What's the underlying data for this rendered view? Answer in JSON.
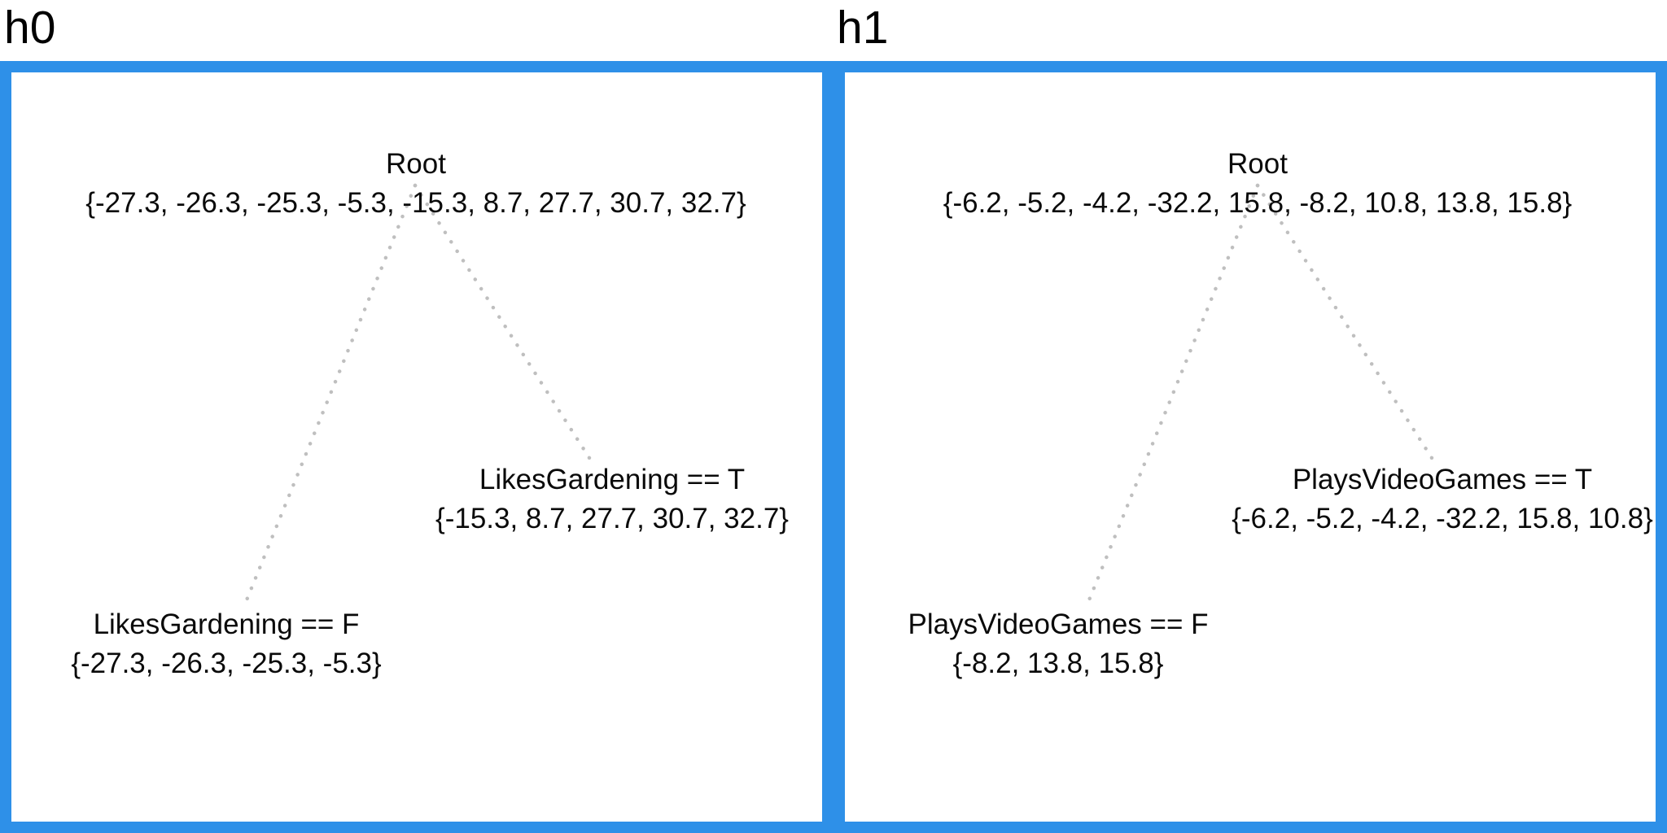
{
  "panels": [
    {
      "id": "h0",
      "title": "h0",
      "tree": {
        "root": {
          "label": "Root",
          "set": "{-27.3, -26.3, -25.3, -5.3, -15.3, 8.7, 27.7, 30.7, 32.7}"
        },
        "left_child": {
          "label": "LikesGardening == F",
          "set": "{-27.3, -26.3, -25.3, -5.3}"
        },
        "right_child": {
          "label": "LikesGardening == T",
          "set": "{-15.3, 8.7, 27.7, 30.7, 32.7}"
        }
      }
    },
    {
      "id": "h1",
      "title": "h1",
      "tree": {
        "root": {
          "label": "Root",
          "set": "{-6.2, -5.2, -4.2, -32.2, 15.8, -8.2, 10.8, 13.8, 15.8}"
        },
        "left_child": {
          "label": "PlaysVideoGames == F",
          "set": "{-8.2, 13.8, 15.8}"
        },
        "right_child": {
          "label": "PlaysVideoGames == T",
          "set": "{-6.2, -5.2, -4.2, -32.2, 15.8, 10.8}"
        }
      }
    }
  ],
  "colors": {
    "panel_border": "#2E90E8",
    "edge_dotted": "#bfbfbf",
    "text": "#0a0a0a"
  }
}
